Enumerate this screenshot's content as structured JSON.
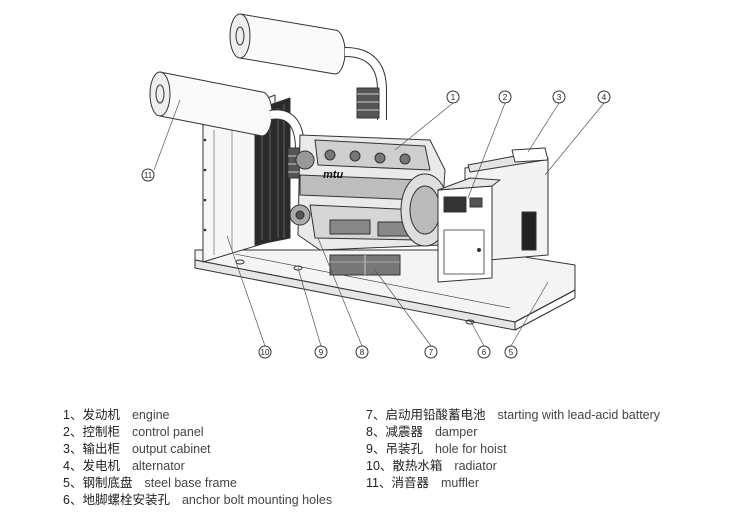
{
  "callouts": [
    {
      "id": "1",
      "glyph": "1"
    },
    {
      "id": "2",
      "glyph": "2"
    },
    {
      "id": "3",
      "glyph": "3"
    },
    {
      "id": "4",
      "glyph": "4"
    },
    {
      "id": "5",
      "glyph": "5"
    },
    {
      "id": "6",
      "glyph": "6"
    },
    {
      "id": "7",
      "glyph": "7"
    },
    {
      "id": "8",
      "glyph": "8"
    },
    {
      "id": "9",
      "glyph": "9"
    },
    {
      "id": "10",
      "glyph": "10"
    },
    {
      "id": "11",
      "glyph": "11"
    }
  ],
  "engine_logo": "mtu",
  "legend_left": [
    {
      "num": "1、",
      "cn": "发动机",
      "en": "engine"
    },
    {
      "num": "2、",
      "cn": "控制柜",
      "en": "control panel"
    },
    {
      "num": "3、",
      "cn": "输出柜",
      "en": "output cabinet"
    },
    {
      "num": "4、",
      "cn": "发电机",
      "en": "alternator"
    },
    {
      "num": "5、",
      "cn": "钢制底盘",
      "en": "steel base frame"
    },
    {
      "num": "6、",
      "cn": "地脚螺栓安装孔",
      "en": "anchor bolt mounting holes"
    }
  ],
  "legend_right": [
    {
      "num": "7、",
      "cn": "启动用铅酸蓄电池",
      "en": "starting with lead-acid battery"
    },
    {
      "num": "8、",
      "cn": "减震器",
      "en": "damper"
    },
    {
      "num": "9、",
      "cn": "吊装孔",
      "en": "hole for hoist"
    },
    {
      "num": "10、",
      "cn": "散热水箱",
      "en": "radiator"
    },
    {
      "num": "11、",
      "cn": "消音器",
      "en": "muffler"
    }
  ]
}
